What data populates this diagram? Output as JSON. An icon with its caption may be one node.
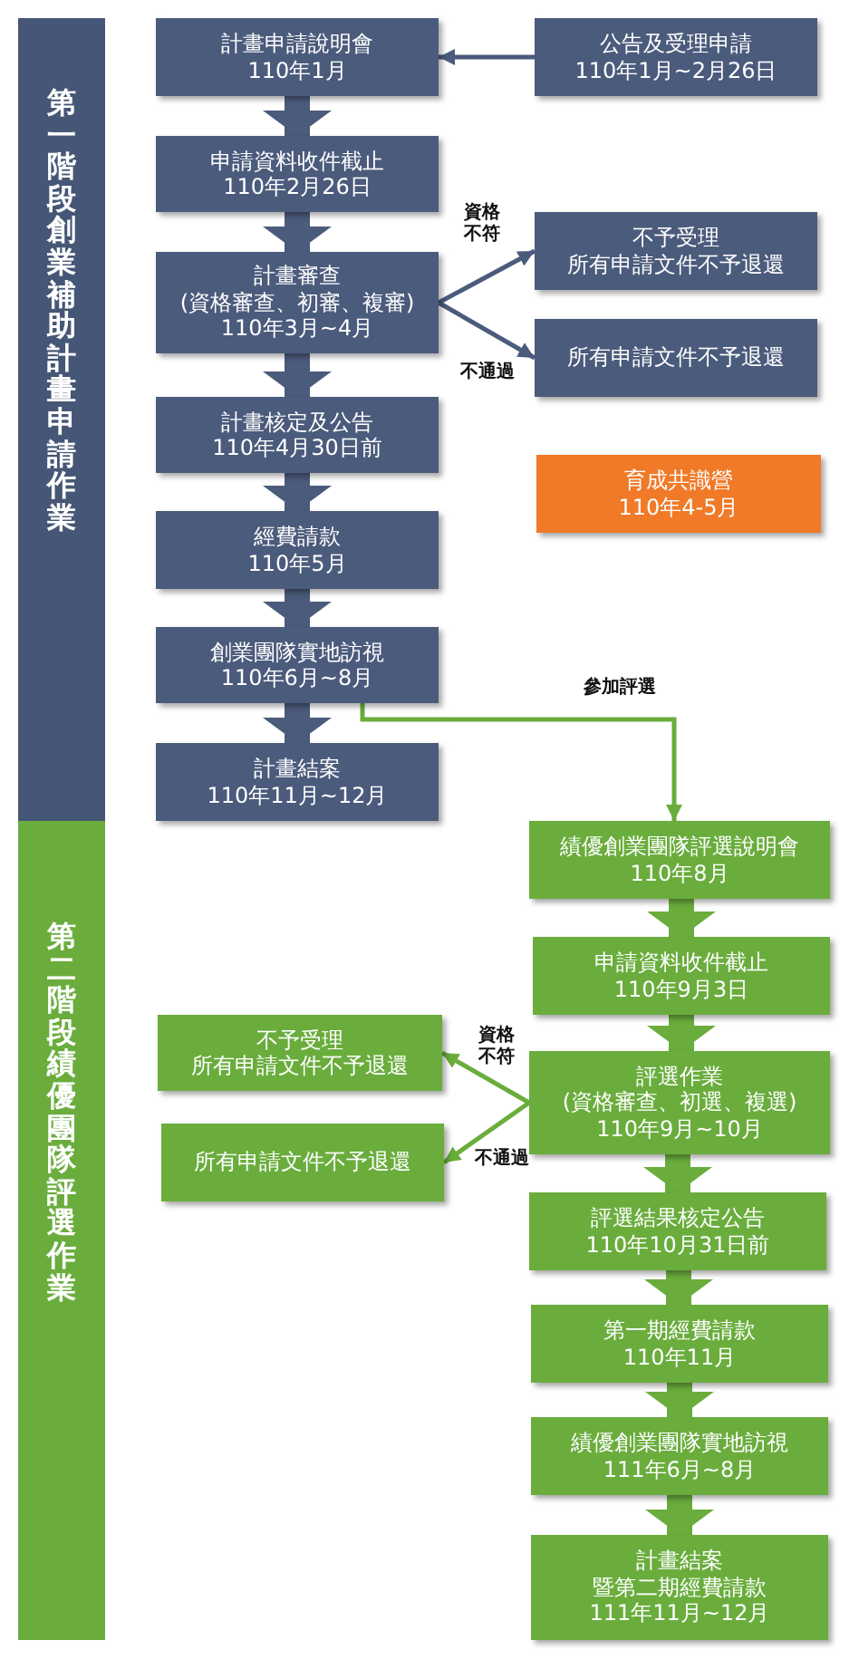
{
  "diagram": {
    "nodes": [
      {
        "text": [
          "第一階段創業補助計畫申請作業"
        ]
      },
      {
        "text": [
          "第二階段績優團隊評選作業"
        ]
      },
      {
        "text": [
          "計畫申請說明會",
          "110年1月"
        ]
      },
      {
        "text": [
          "公告及受理申請",
          "110年1月~2月26日"
        ]
      },
      {
        "text": [
          "申請資料收件截止",
          "110年2月26日"
        ]
      },
      {
        "text": [
          "計畫審查",
          "(資格審查、初審、複審)",
          "110年3月~4月"
        ]
      },
      {
        "text": [
          "不予受理",
          "所有申請文件不予退還"
        ]
      },
      {
        "text": [
          "所有申請文件不予退還"
        ]
      },
      {
        "text": [
          "計畫核定及公告",
          "110年4月30日前"
        ]
      },
      {
        "text": [
          "育成共識營",
          "110年4-5月"
        ]
      },
      {
        "text": [
          "經費請款",
          "110年5月"
        ]
      },
      {
        "text": [
          "創業團隊實地訪視",
          "110年6月~8月"
        ]
      },
      {
        "text": [
          "計畫結案",
          "110年11月~12月"
        ]
      },
      {
        "text": [
          "績優創業團隊評選說明會",
          "110年8月"
        ]
      },
      {
        "text": [
          "申請資料收件截止",
          "110年9月3日"
        ]
      },
      {
        "text": [
          "評選作業",
          "(資格審查、初選、複選)",
          "110年9月~10月"
        ]
      },
      {
        "text": [
          "不予受理",
          "所有申請文件不予退還"
        ]
      },
      {
        "text": [
          "所有申請文件不予退還"
        ]
      },
      {
        "text": [
          "評選結果核定公告",
          "110年10月31日前"
        ]
      },
      {
        "text": [
          "第一期經費請款",
          "110年11月"
        ]
      },
      {
        "text": [
          "績優創業團隊實地訪視",
          "111年6月~8月"
        ]
      },
      {
        "text": [
          "計畫結案",
          "暨第二期經費請款",
          "111年11月~12月"
        ]
      }
    ],
    "edges": [
      {
        "from": 3,
        "to": 2,
        "arrow": "to"
      },
      {
        "from": 2,
        "to": 4,
        "arrow": "to"
      },
      {
        "from": 4,
        "to": 5,
        "arrow": "to"
      },
      {
        "from": 5,
        "to": 6,
        "arrow": "to",
        "label": "資格不符"
      },
      {
        "from": 5,
        "to": 7,
        "arrow": "to",
        "label": "不通過"
      },
      {
        "from": 5,
        "to": 8,
        "arrow": "to"
      },
      {
        "from": 8,
        "to": 10,
        "arrow": "to"
      },
      {
        "from": 10,
        "to": 11,
        "arrow": "to"
      },
      {
        "from": 11,
        "to": 12,
        "arrow": "to"
      },
      {
        "from": 11,
        "to": 13,
        "arrow": "to",
        "label": "參加評選",
        "color": "#6aad3d"
      },
      {
        "from": 13,
        "to": 14,
        "arrow": "to",
        "color": "#6aad3d"
      },
      {
        "from": 14,
        "to": 15,
        "arrow": "to",
        "color": "#6aad3d"
      },
      {
        "from": 15,
        "to": 16,
        "arrow": "to",
        "label": "資格不符",
        "color": "#6aad3d"
      },
      {
        "from": 15,
        "to": 17,
        "arrow": "to",
        "label": "不通過",
        "color": "#6aad3d"
      },
      {
        "from": 15,
        "to": 18,
        "arrow": "to",
        "color": "#6aad3d"
      },
      {
        "from": 18,
        "to": 19,
        "arrow": "to",
        "color": "#6aad3d"
      },
      {
        "from": 19,
        "to": 20,
        "arrow": "to",
        "color": "#6aad3d"
      },
      {
        "from": 20,
        "to": 21,
        "arrow": "to",
        "color": "#6aad3d"
      }
    ]
  }
}
